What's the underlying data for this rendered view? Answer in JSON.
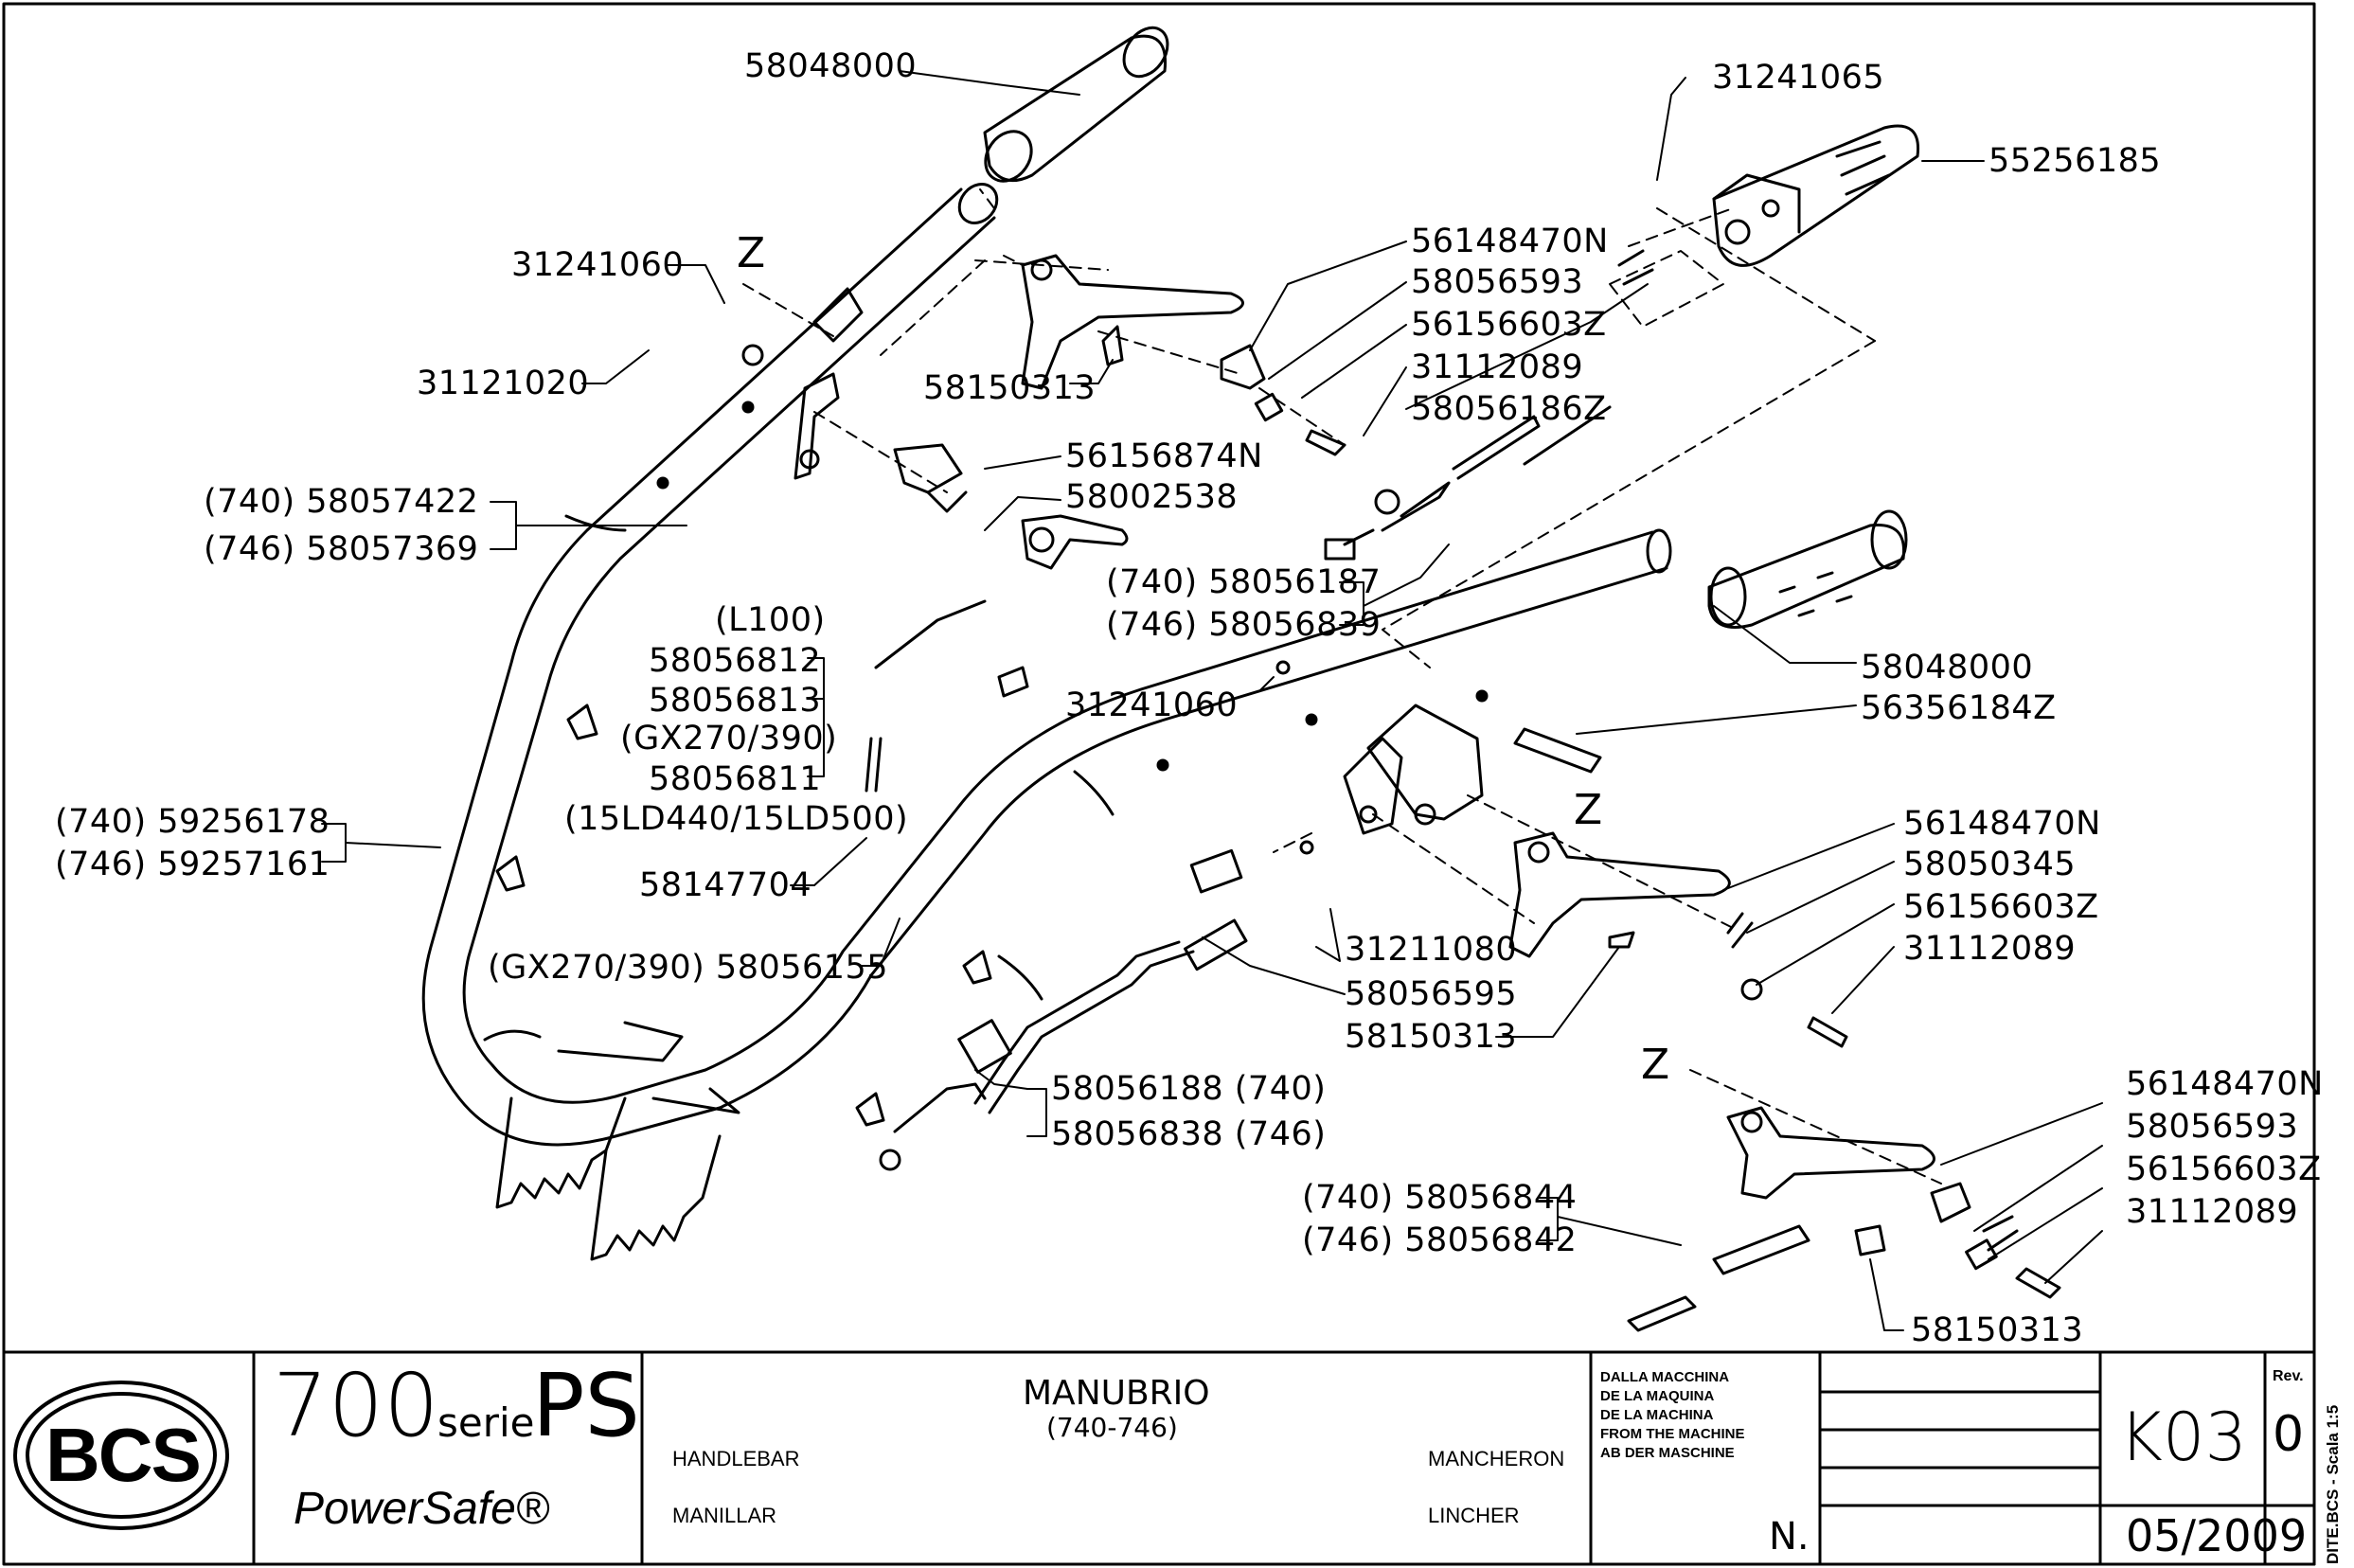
{
  "callouts": {
    "c_58048000_top": "58048000",
    "c_31241065": "31241065",
    "c_55256185": "55256185",
    "c_31241060_top": "31241060",
    "c_z_top": "Z",
    "c_56148470N_top": "56148470N",
    "c_58056593_top": "58056593",
    "c_56156603Z_top": "56156603Z",
    "c_31112089_top": "31112089",
    "c_58056186Z": "58056186Z",
    "c_31121020": "31121020",
    "c_58150313_top": "58150313",
    "c_56156874N": "56156874N",
    "c_58002538": "58002538",
    "c_740_58057422": "(740)  58057422",
    "c_746_58057369": "(746)  58057369",
    "c_740_58056187": "(740)  58056187",
    "c_746_58056839": "(746)  58056839",
    "c_L100": "(L100)",
    "c_58056812": "58056812",
    "c_58056813": "58056813",
    "c_GX270_390": "(GX270/390)",
    "c_58056811": "58056811",
    "c_15LD": "(15LD440/15LD500)",
    "c_58147704": "58147704",
    "c_740_59256178": "(740)  59256178",
    "c_746_59257161": "(746)  59257161",
    "c_GX_58056155": "(GX270/390) 58056155",
    "c_31241060_mid": "31241060",
    "c_58048000_right": "58048000",
    "c_56356184Z": "56356184Z",
    "c_z_mid": "Z",
    "c_56148470N_mid": "56148470N",
    "c_58050345": "58050345",
    "c_56156603Z_mid": "56156603Z",
    "c_31112089_mid": "31112089",
    "c_31211080": "31211080",
    "c_58056595": "58056595",
    "c_58150313_mid": "58150313",
    "c_58056188": "58056188  (740)",
    "c_58056838": "58056838  (746)",
    "c_z_bot": "Z",
    "c_56148470N_bot": "56148470N",
    "c_58056593_bot": "58056593",
    "c_56156603Z_bot": "56156603Z",
    "c_31112089_bot": "31112089",
    "c_740_58056844": "(740)  58056844",
    "c_746_58056842": "(746)  58056842",
    "c_58150313_bot": "58150313"
  },
  "title_block": {
    "logo": "BCS",
    "model": "700",
    "serie": "serie",
    "ps": "PS",
    "powersafe": "PowerSafe®",
    "title_it": "MANUBRIO",
    "title_sub": "(740-746)",
    "handlebar": "HANDLEBAR",
    "manillar": "MANILLAR",
    "mancheron": "MANCHERON",
    "lincher": "LINCHER",
    "from_machine": [
      "DALLA MACCHINA",
      "DE LA MAQUINA",
      "DE LA MACHINA",
      "FROM THE MACHINE",
      "AB DER MASCHINE"
    ],
    "n_label": "N.",
    "code": "K03",
    "rev_label": "Rev.",
    "rev": "0",
    "date": "05/2009",
    "side_note": "DITE.BCS  -  Scala 1:5"
  }
}
